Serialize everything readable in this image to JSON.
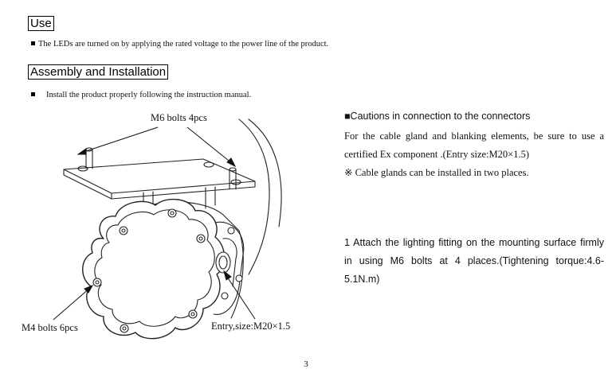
{
  "sections": {
    "use": {
      "heading": "Use",
      "text": "The LEDs are turned on by applying the rated voltage to the power line of the product."
    },
    "assembly": {
      "heading": "Assembly and Installation",
      "text": "Install the product properly following the instruction manual."
    }
  },
  "figure": {
    "label_m6": "M6 bolts 4pcs",
    "label_m4": "M4 bolts 6pcs",
    "label_entry": "Entry,size:M20×1.5"
  },
  "cautions": {
    "title": "■Cautions in connection to the connectors",
    "body": "For the cable gland and blanking elements, be sure to use a certified Ex component .(Entry size:M20×1.5)",
    "note": "※  Cable glands can be installed in two places."
  },
  "step1": {
    "text": "1 Attach the lighting fitting on the mounting surface firmly in using M6 bolts at 4 places.(Tightening torque:4.6-5.1N.m)"
  },
  "page_number": "3"
}
